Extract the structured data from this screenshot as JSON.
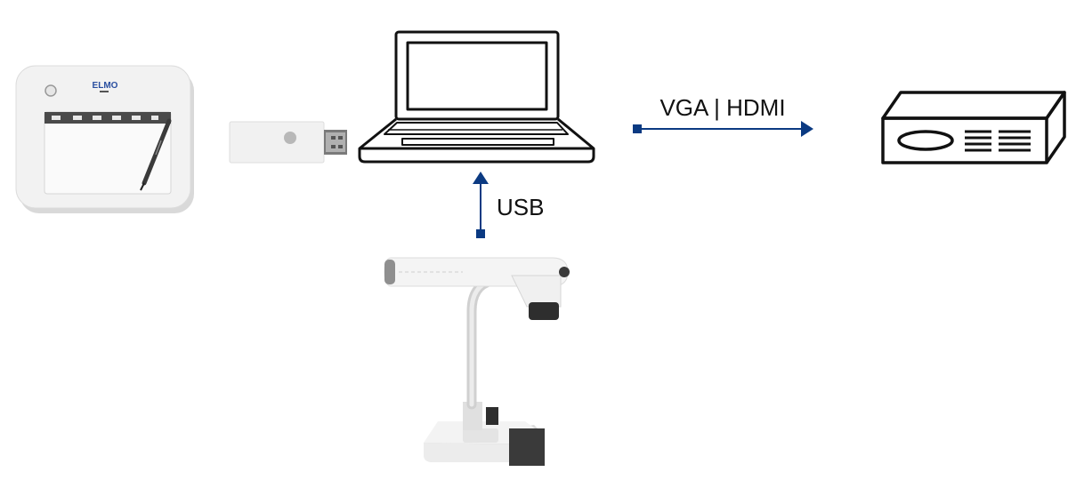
{
  "connections": {
    "display": {
      "label": "VGA | HDMI"
    },
    "camera": {
      "label": "USB"
    }
  },
  "tablet": {
    "brand": "ELMO"
  },
  "colors": {
    "connector": "#0b3a82",
    "outline": "#111111",
    "device_body": "#f1f1f1",
    "device_shadow": "#d4d4d4"
  }
}
